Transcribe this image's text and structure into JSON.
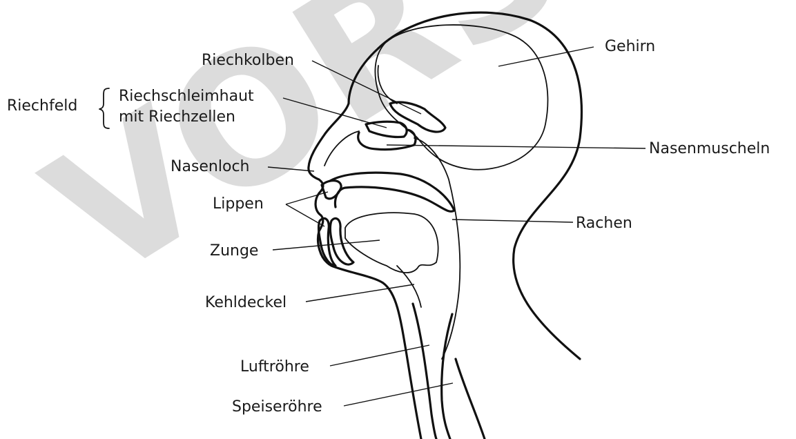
{
  "watermark": "VORSCHAU",
  "labels": {
    "riechkolben": "Riechkolben",
    "riechfeld": "Riechfeld",
    "riechschleimhaut_1": "Riechschleimhaut",
    "riechschleimhaut_2": "mit Riechzellen",
    "nasenloch": "Nasenloch",
    "lippen": "Lippen",
    "zunge": "Zunge",
    "kehldeckel": "Kehldeckel",
    "luftroehre": "Luftröhre",
    "speiseroehre": "Speiseröhre",
    "gehirn": "Gehirn",
    "nasenmuscheln": "Nasenmuscheln",
    "rachen": "Rachen"
  }
}
